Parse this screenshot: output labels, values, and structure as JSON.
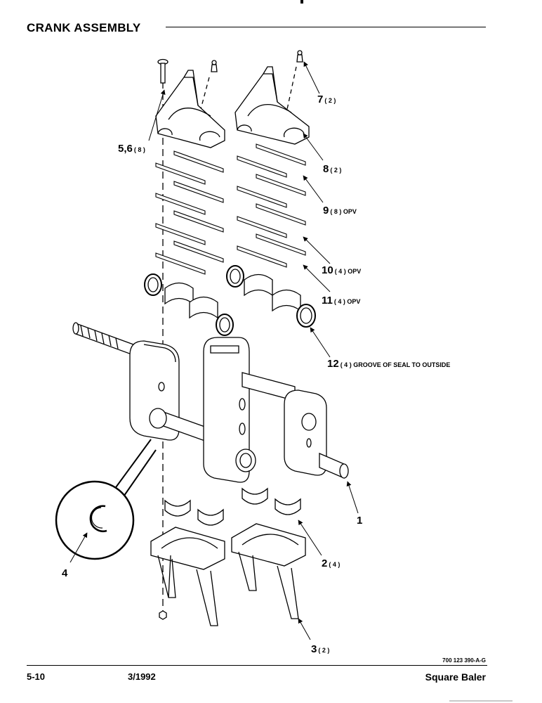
{
  "header": {
    "title": "CRANK ASSEMBLY"
  },
  "callouts": [
    {
      "id": "c1",
      "num": "1",
      "qty": ""
    },
    {
      "id": "c2",
      "num": "2",
      "qty": "( 4 )"
    },
    {
      "id": "c3",
      "num": "3",
      "qty": "( 2 )"
    },
    {
      "id": "c4",
      "num": "4",
      "qty": ""
    },
    {
      "id": "c56",
      "num": "5,6",
      "qty": "( 8 )"
    },
    {
      "id": "c7",
      "num": "7",
      "qty": "( 2 )"
    },
    {
      "id": "c8",
      "num": "8",
      "qty": "( 2 )"
    },
    {
      "id": "c9",
      "num": "9",
      "qty": "( 8 ) OPV"
    },
    {
      "id": "c10",
      "num": "10",
      "qty": "( 4 ) OPV"
    },
    {
      "id": "c11",
      "num": "11",
      "qty": "( 4 ) OPV"
    },
    {
      "id": "c12",
      "num": "12",
      "qty": "( 4 ) GROOVE OF SEAL TO OUTSIDE"
    }
  ],
  "footer": {
    "drawing_ref": "700 123 390-A-G",
    "page": "5-10",
    "date": "3/1992",
    "product": "Square Baler"
  }
}
